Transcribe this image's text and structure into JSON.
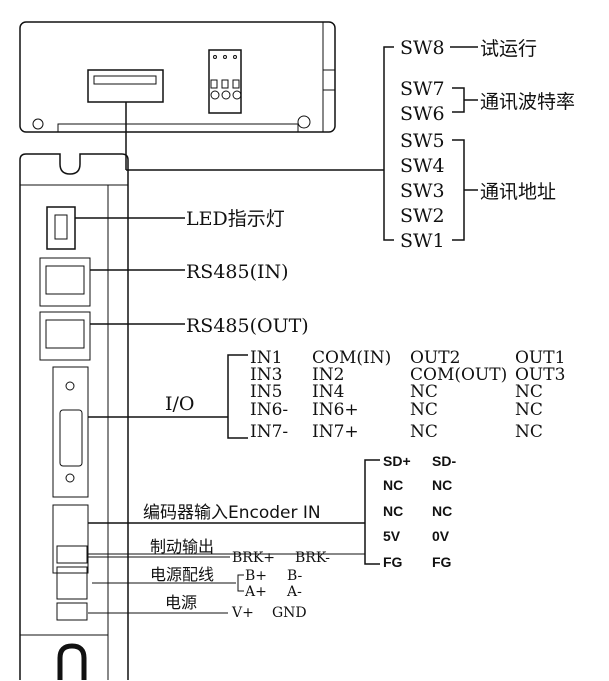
{
  "dip": {
    "switches": [
      "SW8",
      "SW7",
      "SW6",
      "SW5",
      "SW4",
      "SW3",
      "SW2",
      "SW1"
    ],
    "labels": {
      "trial_run": "试运行",
      "baud_rate": "通讯波特率",
      "address": "通讯地址"
    }
  },
  "panel": {
    "led": "LED指示灯",
    "rs485_in": "RS485(IN)",
    "rs485_out": "RS485(OUT)",
    "io": "I/O",
    "encoder": "编码器输入Encoder IN",
    "brake": "制动输出",
    "motor": "电源配线",
    "power": "电源"
  },
  "io_pins": [
    [
      "IN1",
      "COM(IN)",
      "OUT2",
      "OUT1"
    ],
    [
      "IN3",
      "IN2",
      "COM(OUT)",
      "OUT3"
    ],
    [
      "IN5",
      "IN4",
      "NC",
      "NC"
    ],
    [
      "IN6-",
      "IN6+",
      "NC",
      "NC"
    ],
    [
      "IN7-",
      "IN7+",
      "NC",
      "NC"
    ]
  ],
  "encoder_pins": [
    [
      "SD+",
      "SD-"
    ],
    [
      "NC",
      "NC"
    ],
    [
      "NC",
      "NC"
    ],
    [
      "5V",
      "0V"
    ],
    [
      "FG",
      "FG"
    ]
  ],
  "brake_pins": [
    "BRK+",
    "BRK-"
  ],
  "motor_pins": [
    [
      "B+",
      "B-"
    ],
    [
      "A+",
      "A-"
    ]
  ],
  "power_pins": [
    "V+",
    "GND"
  ]
}
